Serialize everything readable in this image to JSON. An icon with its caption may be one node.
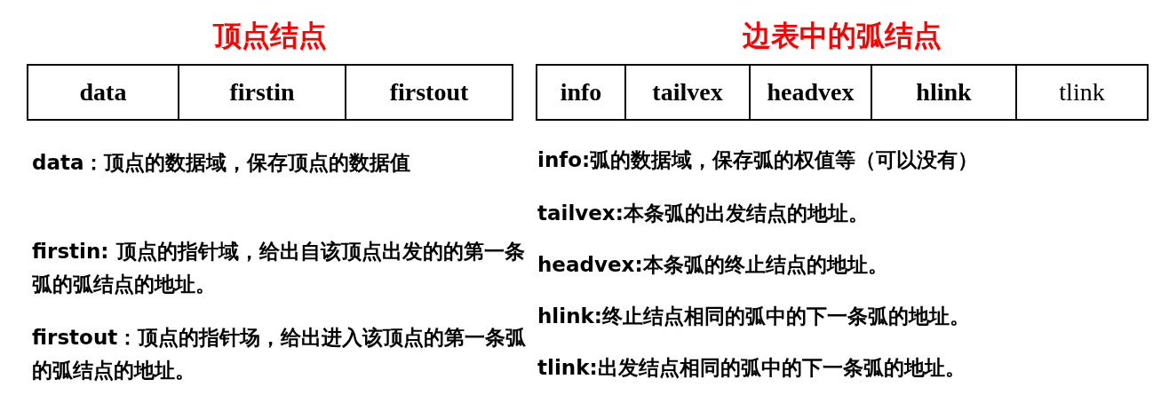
{
  "diagram": {
    "nodes": [
      {
        "text": [
          "顶点结点"
        ]
      },
      {
        "text": [
          "data"
        ],
        "in": 0
      },
      {
        "text": [
          "firstin"
        ],
        "in": 0
      },
      {
        "text": [
          "firstout"
        ],
        "in": 0
      },
      {
        "text": [
          "边表中的弧结点"
        ]
      },
      {
        "text": [
          "info"
        ],
        "in": 4
      },
      {
        "text": [
          "tailvex"
        ],
        "in": 4
      },
      {
        "text": [
          "headvex"
        ],
        "in": 4
      },
      {
        "text": [
          "hlink"
        ],
        "in": 4
      },
      {
        "text": [
          "tlink"
        ],
        "in": 4
      }
    ],
    "edges": [],
    "labels": [
      "data：顶点的数据域，保存顶点的数据值",
      "info:弧的数据域，保存弧的权值等（可以没有）",
      "tailvex:本条弧的出发结点的地址。",
      "firstin:  顶点的指针域，给出自该顶点出发的的第一条弧的弧结点的地址。",
      "headvex:本条弧的终止结点的地址。",
      "hlink:终止结点相同的弧中的下一条弧的地址。",
      "firstout：顶点的指针场，给出进入该顶点的第一条弧的弧结点的地址。",
      "tlink:出发结点相同的弧中的下一条弧的地址。"
    ]
  }
}
